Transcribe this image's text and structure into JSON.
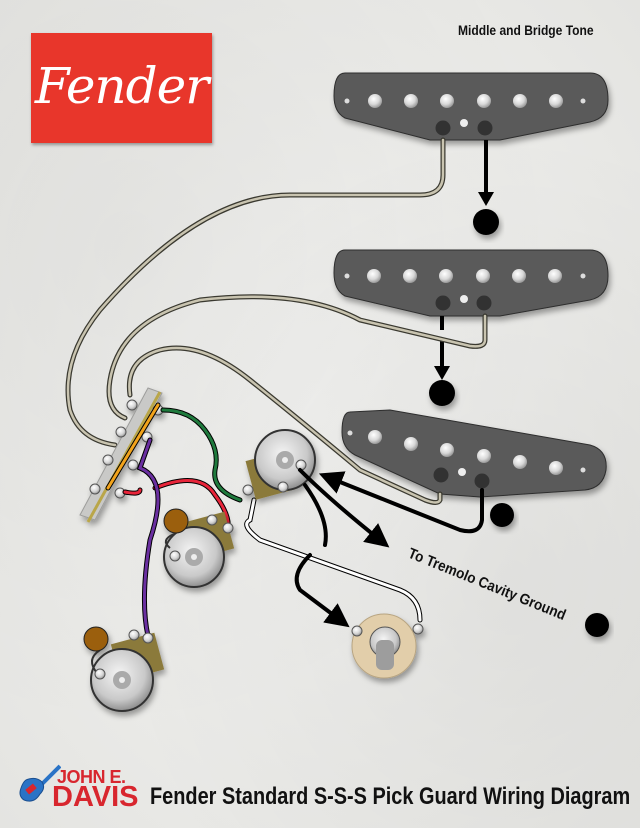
{
  "brand": {
    "logo_text": "Fender",
    "logo_bg": "#e8362b"
  },
  "labels": {
    "tone_label": "Middle and Bridge Tone",
    "tremolo_label": "To Tremolo Cavity Ground"
  },
  "footer": {
    "author_line1": "JOHN E.",
    "author_line2": "DAVIS",
    "title": "Fender Standard S-S-S Pick Guard Wiring Diagram"
  },
  "components": {
    "pickups": [
      {
        "name": "Neck pickup",
        "poles": 6
      },
      {
        "name": "Middle pickup",
        "poles": 6
      },
      {
        "name": "Bridge pickup",
        "poles": 6
      }
    ],
    "pots": [
      "Volume pot",
      "Tone pot (neck)",
      "Tone pot (middle and bridge)"
    ],
    "switch": "5-way selector switch",
    "jack": "Output jack"
  },
  "colors": {
    "wire_hot": "#c9c4b0",
    "wire_yellow": "#f2a31b",
    "wire_green": "#1f7a3d",
    "wire_red": "#e8253a",
    "wire_purple": "#6a2fa0",
    "capacitor": "#9b5e0b",
    "pickup": "#5a5a5a"
  }
}
